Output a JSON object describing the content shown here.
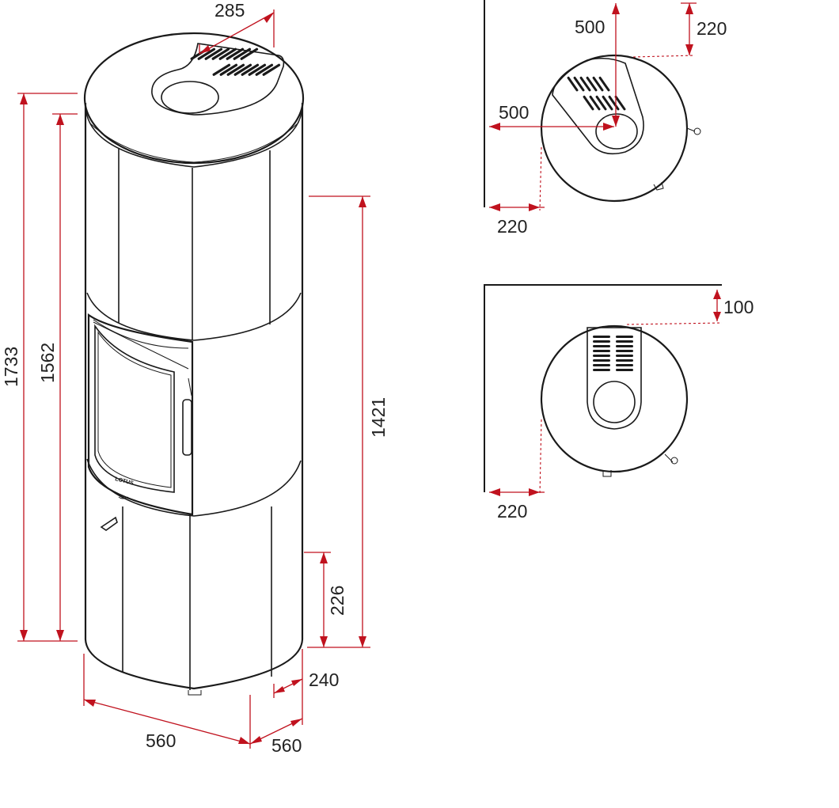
{
  "colors": {
    "dimension": "#c0121e",
    "outline": "#1a1a1a",
    "background": "#ffffff"
  },
  "front_view": {
    "logo": "LOTUS",
    "dims": {
      "top_outlet_width": "285",
      "total_height": "1733",
      "outlet_height": "1562",
      "rear_outlet_height": "1421",
      "air_inlet_height": "226",
      "width": "560",
      "depth": "560",
      "inlet_offset": "240"
    }
  },
  "plan_corner": {
    "dims": {
      "rear_clearance_vertical": "500",
      "rear_wall_distance": "220",
      "side_clearance_horizontal": "500",
      "side_wall_distance": "220"
    }
  },
  "plan_wall": {
    "dims": {
      "rear_wall_distance": "100",
      "side_wall_distance": "220"
    }
  }
}
